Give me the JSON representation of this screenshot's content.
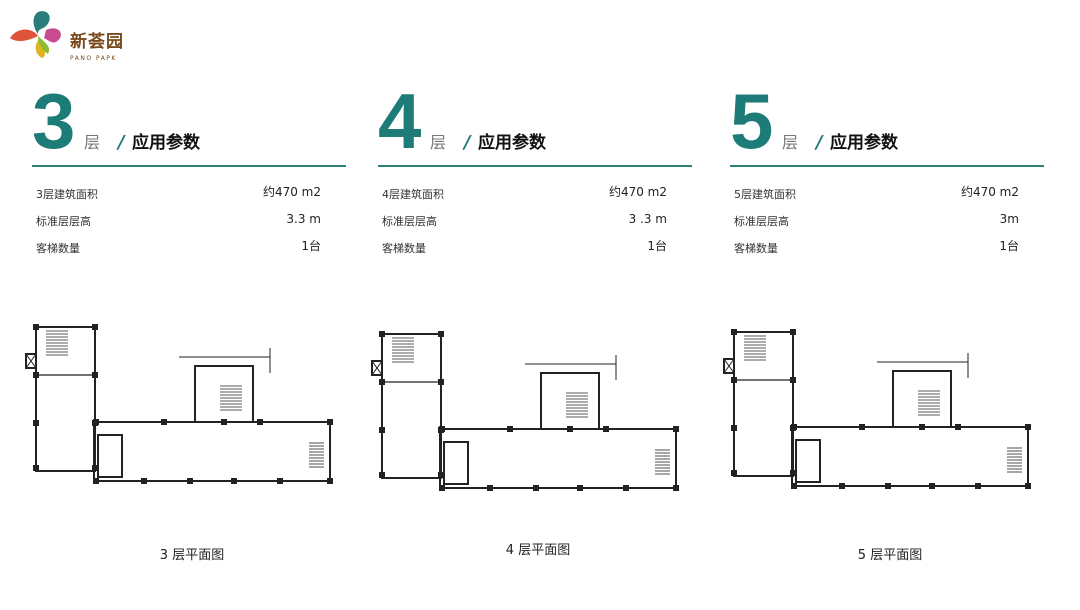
{
  "logo": {
    "name": "新荟园",
    "subtitle": "PANO PAPK"
  },
  "colors": {
    "accent": "#1d7b78"
  },
  "panels": [
    {
      "floor": "3",
      "ceng": "层",
      "slash": "/",
      "title": "应用参数",
      "rows": [
        {
          "label": "3层建筑面积",
          "value": "约470 m2"
        },
        {
          "label": "标准层层高",
          "value": "3.3 m"
        },
        {
          "label": "客梯数量",
          "value": "1台"
        }
      ],
      "caption": "3 层平面图"
    },
    {
      "floor": "4",
      "ceng": "层",
      "slash": "/",
      "title": "应用参数",
      "rows": [
        {
          "label": "4层建筑面积",
          "value": "约470 m2"
        },
        {
          "label": "标准层层高",
          "value": "3 .3 m"
        },
        {
          "label": "客梯数量",
          "value": "1台"
        }
      ],
      "caption": "4 层平面图"
    },
    {
      "floor": "5",
      "ceng": "层",
      "slash": "/",
      "title": "应用参数",
      "rows": [
        {
          "label": "5层建筑面积",
          "value": "约470 m2"
        },
        {
          "label": "标准层层高",
          "value": "3m"
        },
        {
          "label": "客梯数量",
          "value": "1台"
        }
      ],
      "caption": "5 层平面图"
    }
  ]
}
